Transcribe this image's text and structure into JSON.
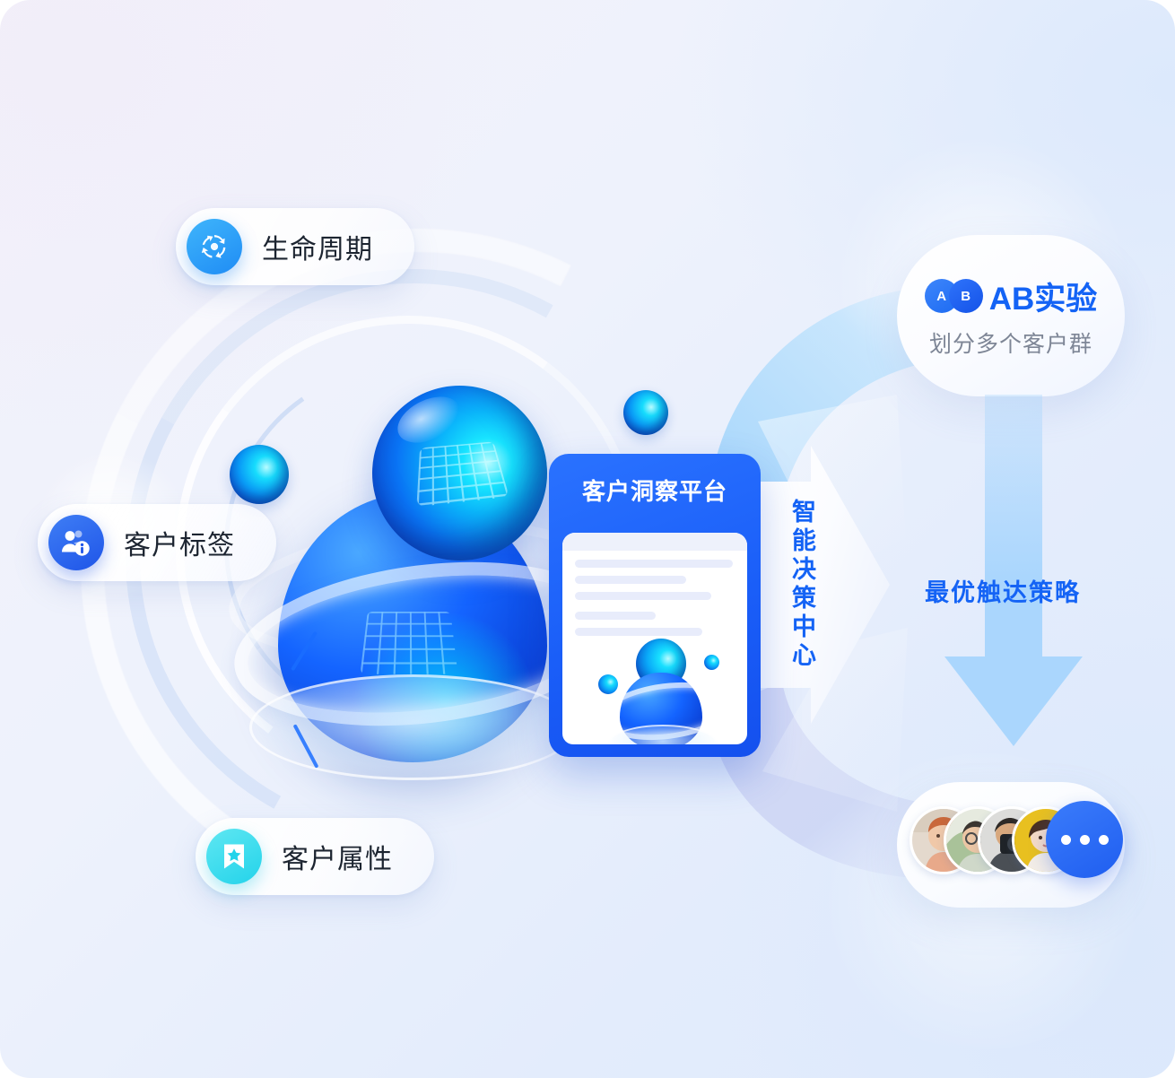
{
  "theme": {
    "brand_blue": "#1463f5",
    "accent_cyan": "#23d3ea",
    "arrow_blue": "#a7d5fd",
    "card_blue": "#1a5ef8",
    "text_dark": "#1c2430",
    "text_muted": "#7e8696"
  },
  "pills": [
    {
      "id": "lifecycle",
      "label": "生命周期",
      "icon": "recycle-icon"
    },
    {
      "id": "customer-tag",
      "label": "客户标签",
      "icon": "user-info-icon"
    },
    {
      "id": "customer-attribute",
      "label": "客户属性",
      "icon": "bookmark-star-icon"
    }
  ],
  "platform": {
    "title": "客户洞察平台",
    "inner_card_lines": [
      60,
      42,
      52,
      32,
      48
    ]
  },
  "decision_center": {
    "label": "智能决策中心"
  },
  "ab_experiment": {
    "badge_a": "A",
    "badge_b": "B",
    "title": "AB实验",
    "subtitle": "划分多个客户群"
  },
  "strategy_arrow": {
    "label": "最优触达策略",
    "direction": "down"
  },
  "audience": {
    "avatar_count": 4,
    "avatars": [
      {
        "id": "avatar-1",
        "alt": "woman-portrait"
      },
      {
        "id": "avatar-2",
        "alt": "man-with-glasses-portrait"
      },
      {
        "id": "avatar-3",
        "alt": "photographer-portrait"
      },
      {
        "id": "avatar-4",
        "alt": "woman-yellow-background-portrait"
      }
    ],
    "more_label": "more-dots"
  }
}
